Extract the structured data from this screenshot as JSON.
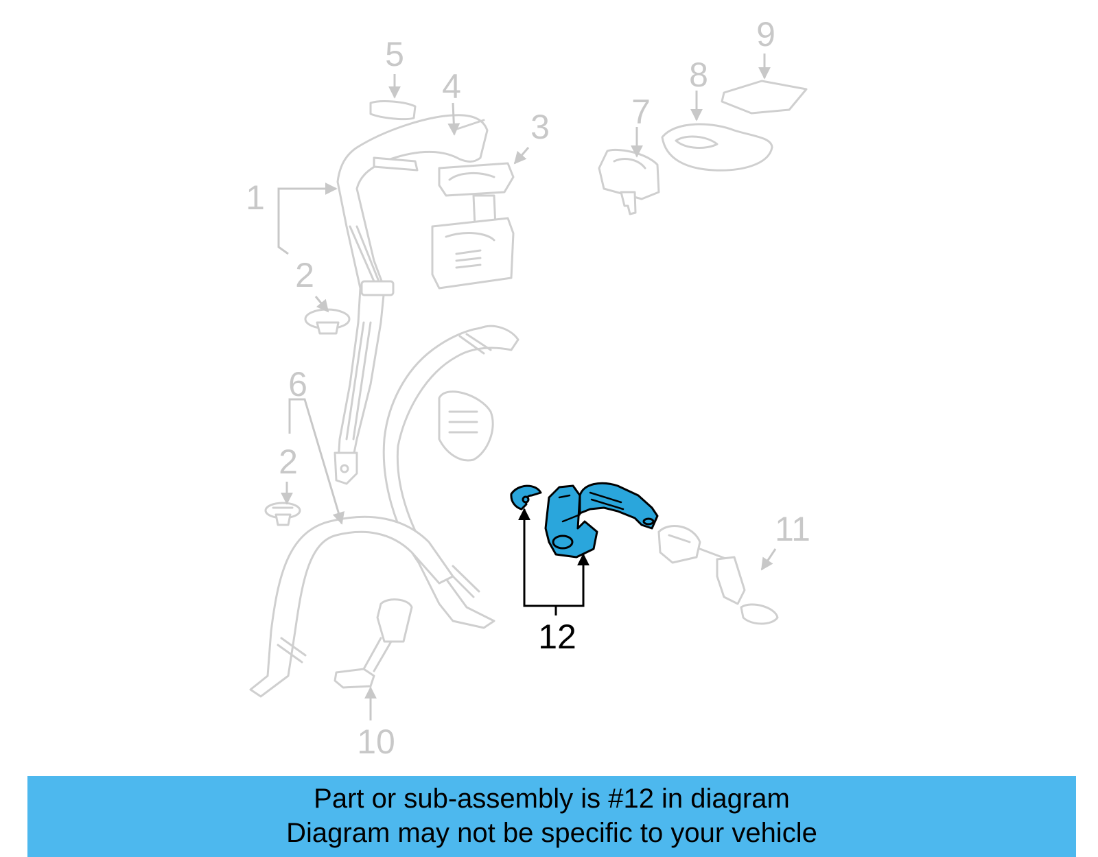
{
  "callouts": {
    "c1": "1",
    "c2a": "2",
    "c2b": "2",
    "c3": "3",
    "c4": "4",
    "c5": "5",
    "c6": "6",
    "c7": "7",
    "c8": "8",
    "c9": "9",
    "c10": "10",
    "c11": "11",
    "c12": "12"
  },
  "banner": {
    "line1": "Part or sub-assembly is #12 in diagram",
    "line2": "Diagram may not be specific to your vehicle"
  },
  "colors": {
    "highlight_part": "#2aa6dc",
    "banner": "#4db8ee",
    "ghost_parts": "#cfcfcf"
  }
}
